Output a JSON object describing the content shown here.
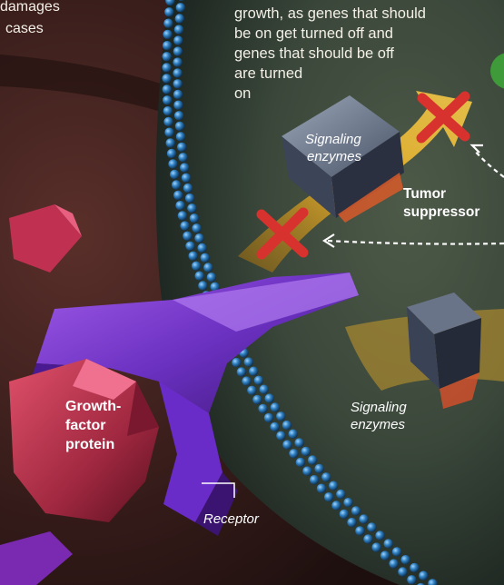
{
  "captions": {
    "top_left": [
      "damages",
      "cases"
    ],
    "top_right": [
      "growth, as genes that should",
      "be on get turned off and",
      "genes that should be off",
      "are turned",
      "on"
    ]
  },
  "labels": {
    "signaling_upper": [
      "Signaling",
      "enzymes"
    ],
    "signaling_lower": [
      "Signaling",
      "enzymes"
    ],
    "tumor": [
      "Tumor",
      "suppressor"
    ],
    "growth_factor": [
      "Growth-",
      "factor",
      "protein"
    ],
    "receptor": "Receptor"
  },
  "colors": {
    "membrane_bead": "#2d7fb8",
    "cell_interior": "#3c4a3c",
    "extracellular": "#3a1f1c",
    "receptor": "#7a3fd0",
    "growth_factor": "#b8334a",
    "pathway_arrow": "#e0a820",
    "block_mark": "#d8322e",
    "enzyme_block": "#5a6680"
  }
}
